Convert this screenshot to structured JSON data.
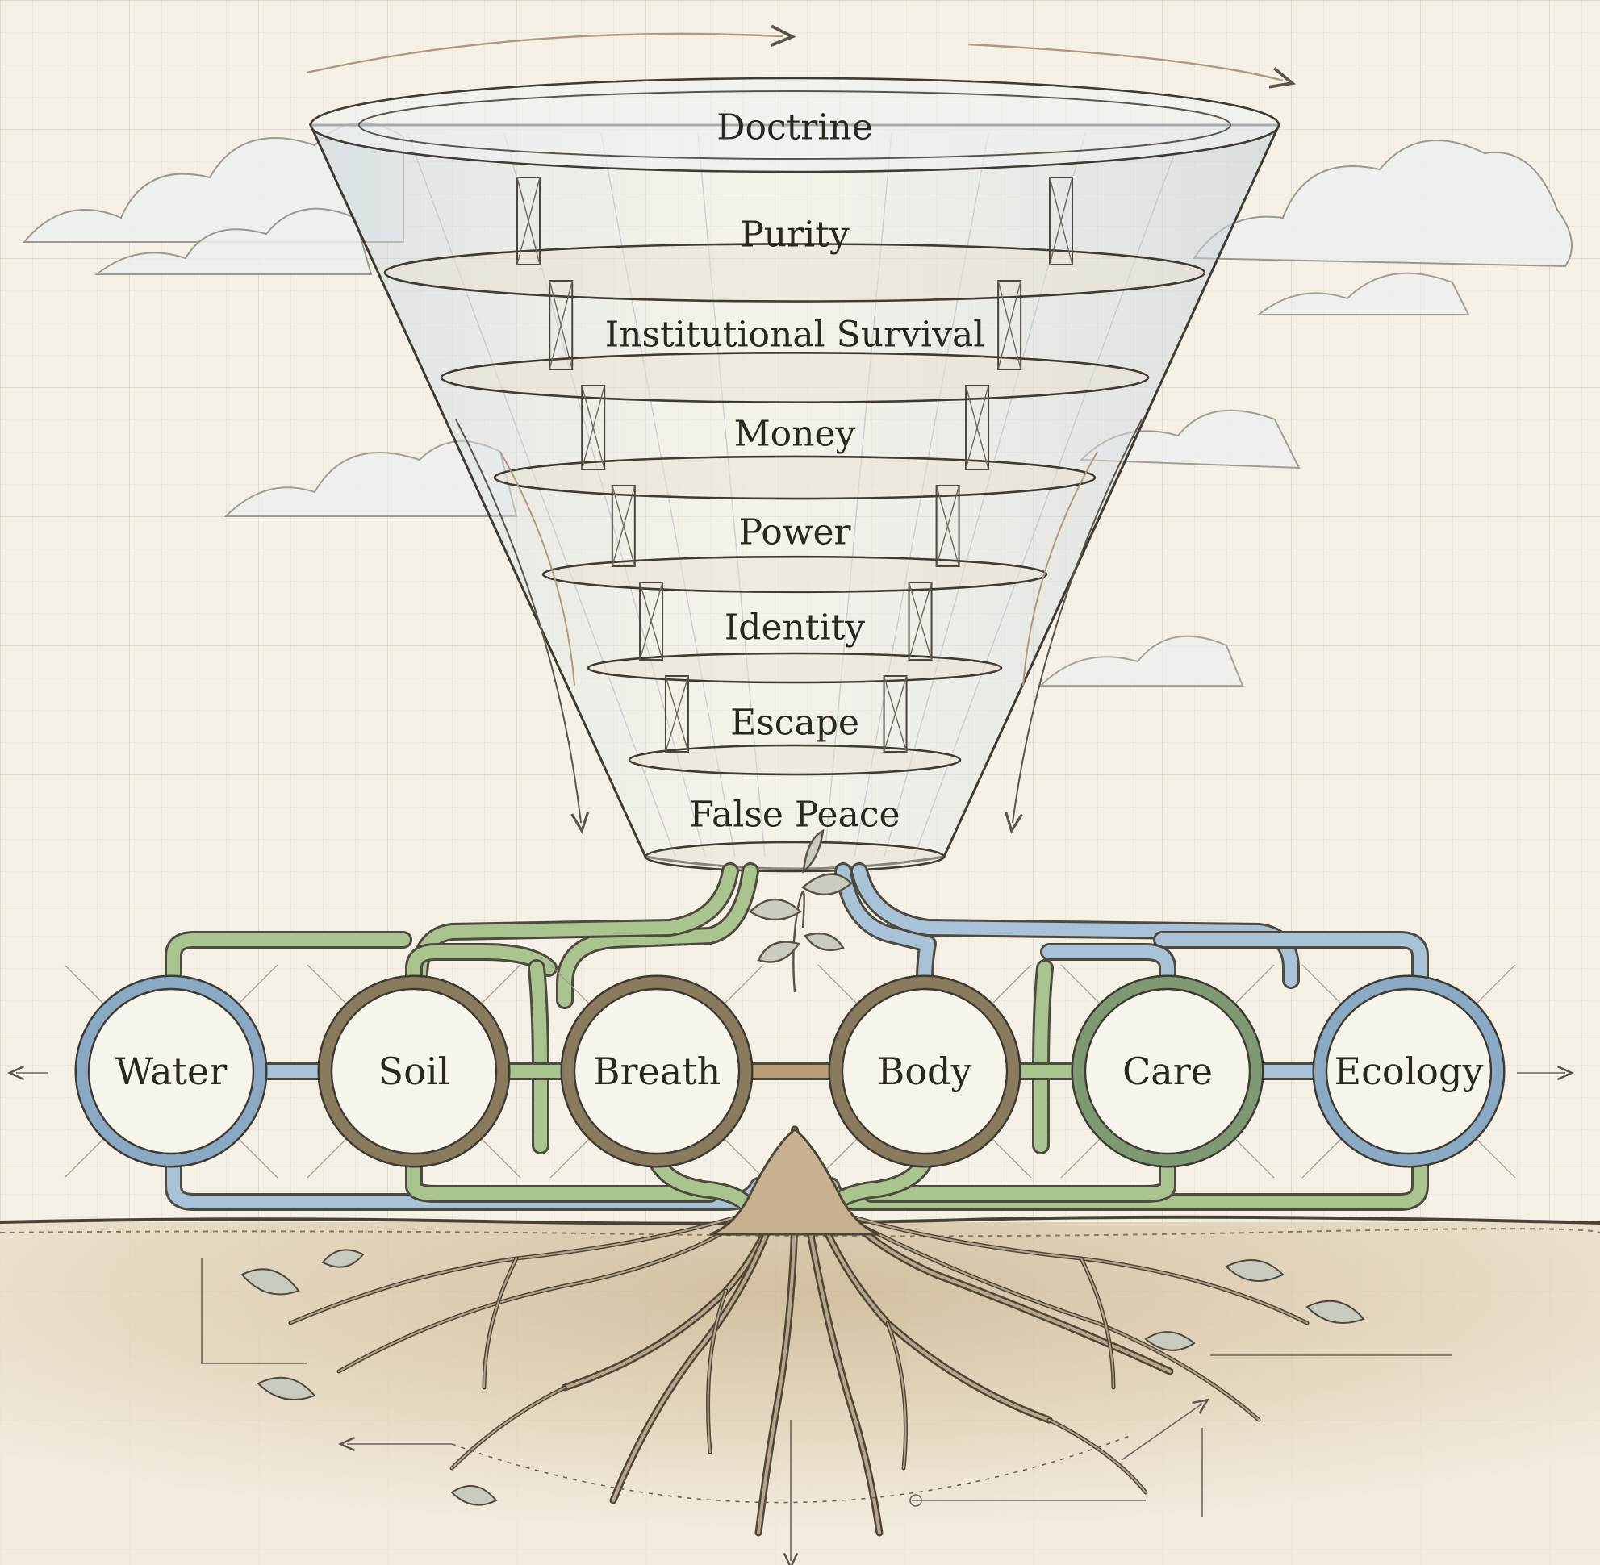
{
  "funnel": {
    "layers": [
      {
        "label": "Doctrine"
      },
      {
        "label": "Purity"
      },
      {
        "label": "Institutional Survival"
      },
      {
        "label": "Money"
      },
      {
        "label": "Power"
      },
      {
        "label": "Identity"
      },
      {
        "label": "Escape"
      },
      {
        "label": "False Peace"
      }
    ]
  },
  "nodes": [
    {
      "label": "Water",
      "ring": "#8aa9c4"
    },
    {
      "label": "Soil",
      "ring": "#8a7a5e"
    },
    {
      "label": "Breath",
      "ring": "#8a7a5e"
    },
    {
      "label": "Body",
      "ring": "#8a7a5e"
    },
    {
      "label": "Care",
      "ring": "#7e9a72"
    },
    {
      "label": "Ecology",
      "ring": "#8aa9c4"
    }
  ],
  "colors": {
    "background": "#f4f0e6",
    "grid": "#ddd8cc",
    "ink": "#3b372f",
    "green_pipe": "#a9c48e",
    "blue_pipe": "#a8c3d8",
    "brown_pipe": "#b89c78",
    "soil": "#d9c8ac"
  }
}
